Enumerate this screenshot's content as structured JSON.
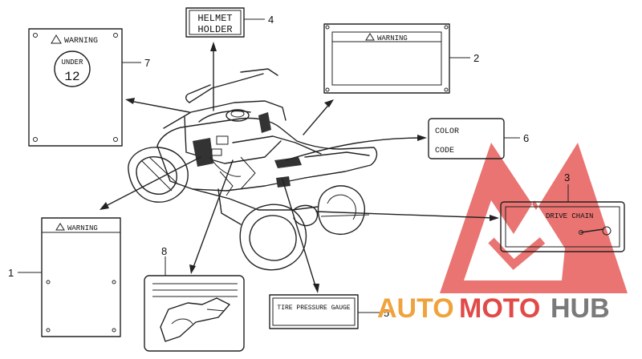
{
  "callouts": {
    "n1": "1",
    "n2": "2",
    "n3": "3",
    "n4": "4",
    "n5": "5",
    "n6": "6",
    "n7": "7",
    "n8": "8"
  },
  "labels": {
    "warning": "WARNING",
    "helmet_line1": "HELMET",
    "helmet_line2": "HOLDER",
    "under": "UNDER",
    "age": "12",
    "color": "COLOR",
    "code": "CODE",
    "drive_chain": "DRIVE CHAIN",
    "tire_pressure": "TIRE PRESSURE GAUGE"
  },
  "watermark": {
    "text_auto": "AUTO",
    "text_moto": "MOTO",
    "text_hub": "HUB",
    "color_red": "#e24a48",
    "color_orange": "#f0a33c",
    "color_grey": "#7a7a7a"
  }
}
